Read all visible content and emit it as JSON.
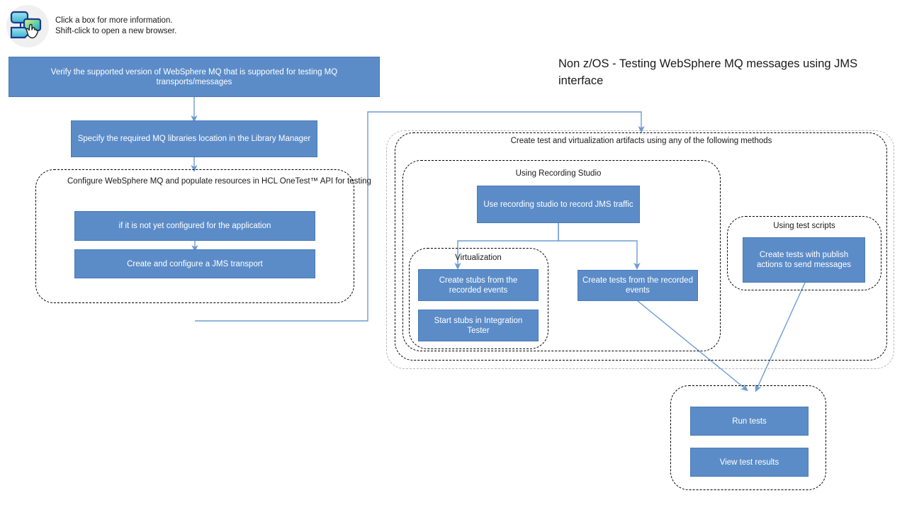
{
  "legend": {
    "icon": "flowchart-hand-cursor-icon",
    "line1": "Click a box for more information.",
    "line2": "Shift-click to open a new browser."
  },
  "title": "Non z/OS - Testing WebSphere MQ messages using JMS interface",
  "colors": {
    "node_fill": "#5b8cc8",
    "node_border": "#4a7ab5",
    "node_text": "#ffffff",
    "connector": "#6e9bd2",
    "group_border": "#000000",
    "group_border_faint": "#b8b8b8",
    "background": "#ffffff"
  },
  "nodes": {
    "verify_version": "Verify the supported version of WebSphere MQ that is supported for testing MQ transports/messages",
    "specify_libraries": "Specify the required MQ libraries location in the Library Manager",
    "not_configured": "if it is not yet configured for the application",
    "jms_transport": "Create and configure a JMS transport",
    "use_recording_studio": "Use recording studio to record JMS traffic",
    "create_stubs": "Create stubs from the recorded events",
    "start_stubs": "Start stubs in Integration Tester",
    "create_tests_recorded": "Create tests from the recorded events",
    "create_tests_publish": "Create tests with publish actions to send messages",
    "run_tests": "Run tests",
    "view_test_results": "View test results"
  },
  "groups": {
    "configure_mq": "Configure WebSphere MQ and populate resources in HCL OneTest™ API for testing",
    "create_artifacts": "Create test and virtualization artifacts using any of the following methods",
    "using_recording_studio": "Using Recording Studio",
    "virtualization": "Virtualization",
    "using_test_scripts": "Using test scripts",
    "results": ""
  }
}
